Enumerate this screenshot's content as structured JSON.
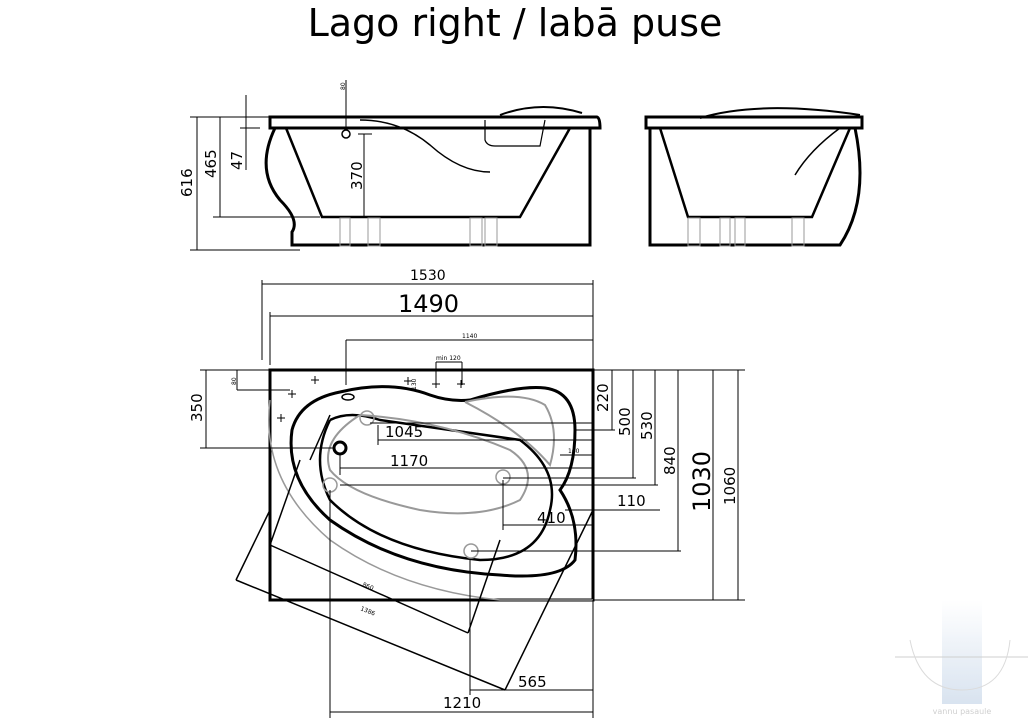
{
  "title": "Lago right / labā puse",
  "side_view": {
    "dims": {
      "total_height": "616",
      "rim_height": "465",
      "rim_thickness": "47",
      "drain_depth": "370",
      "overflow": "80"
    }
  },
  "plan_view": {
    "dims": {
      "outer_width": "1530",
      "width": "1490",
      "tap_offset": "1140",
      "tap_spacing": "min 120",
      "left_depth": "350",
      "small_80": "80",
      "small_130": "130",
      "jet_1045": "1045",
      "drain_1170": "1170",
      "small_160": "160",
      "d220": "220",
      "d500": "500",
      "d530": "530",
      "d840": "840",
      "d1030": "1030",
      "d1060": "1060",
      "d110": "110",
      "d410": "410",
      "diag_860": "860",
      "diag_1386": "1386",
      "d565": "565",
      "d1210": "1210"
    }
  },
  "watermark": {
    "brand": "vannu pasaule"
  }
}
